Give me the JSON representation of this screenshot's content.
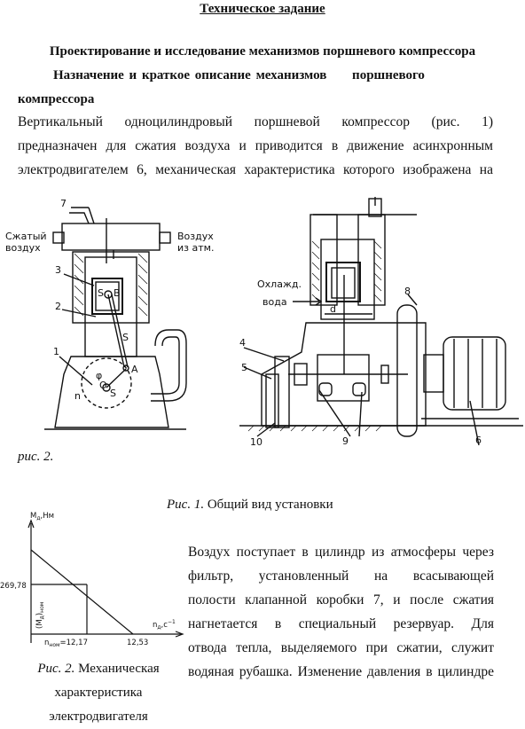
{
  "header": {
    "title": "Техническое задание",
    "subtitle1": "Проектирование и исследование механизмов поршневого компрессора",
    "subtitle2": "Назначение и краткое описание механизмов     поршневого",
    "subtitle3": "компрессора"
  },
  "intro": {
    "line1": "Вертикальный одноцилиндровый поршневой компрессор (рис. 1)",
    "line2": "предназначен для сжатия воздуха и приводится в движение асинхронным",
    "line3": "электродвигателем 6, механическая характеристика которого изображена на"
  },
  "fig_ref": "рис. 2.",
  "fig1": {
    "caption_prefix": "Рис. 1.",
    "caption_text": " Общий вид установки",
    "labels": {
      "compressed_air": "Сжатый",
      "compressed_air2": "воздух",
      "air_in": "Воздух",
      "air_in2": "из атм.",
      "cooling": "Охлажд.",
      "cooling2": "вода",
      "n7": "7",
      "n3": "3",
      "n2": "2",
      "n1": "1",
      "n4": "4",
      "n5": "5",
      "n8": "8",
      "n9": "9",
      "n10": "10",
      "n6": "6",
      "S3": "S",
      "B": "B",
      "S2": "S",
      "A": "A",
      "S1": "S",
      "phi1": "φ",
      "O": "O",
      "n1_label": "n",
      "d": "d"
    }
  },
  "fig2": {
    "caption_prefix": "Рис. 2.",
    "caption_line1": " Механическая",
    "caption_line2": "характеристика",
    "caption_line3": "электродвигателя",
    "y_axis": "M",
    "y_unit": ",Нм",
    "x_axis": "n",
    "x_unit": ",c",
    "y_value": "269,78",
    "mnom_label": "(M",
    "x_nom": "n",
    "x_nom_value": "=12,17",
    "x_max": "12,53",
    "chart_data": {
      "type": "line",
      "x": [
        0,
        12.17,
        12.53
      ],
      "y_marked": 269.78,
      "x_nom": 12.17,
      "x_max": 12.53
    }
  },
  "body2": {
    "line1": "Воздух поступает в цилиндр из атмосферы через",
    "line2": "фильтр, установленный на всасывающей",
    "line3": "полости клапанной коробки 7, и после сжатия",
    "line4": "нагнетается в специальный резервуар. Для",
    "line5": "отвода тепла, выделяемого при сжатии, служит",
    "line6": "водяная рубашка. Изменение давления в цилиндре"
  }
}
